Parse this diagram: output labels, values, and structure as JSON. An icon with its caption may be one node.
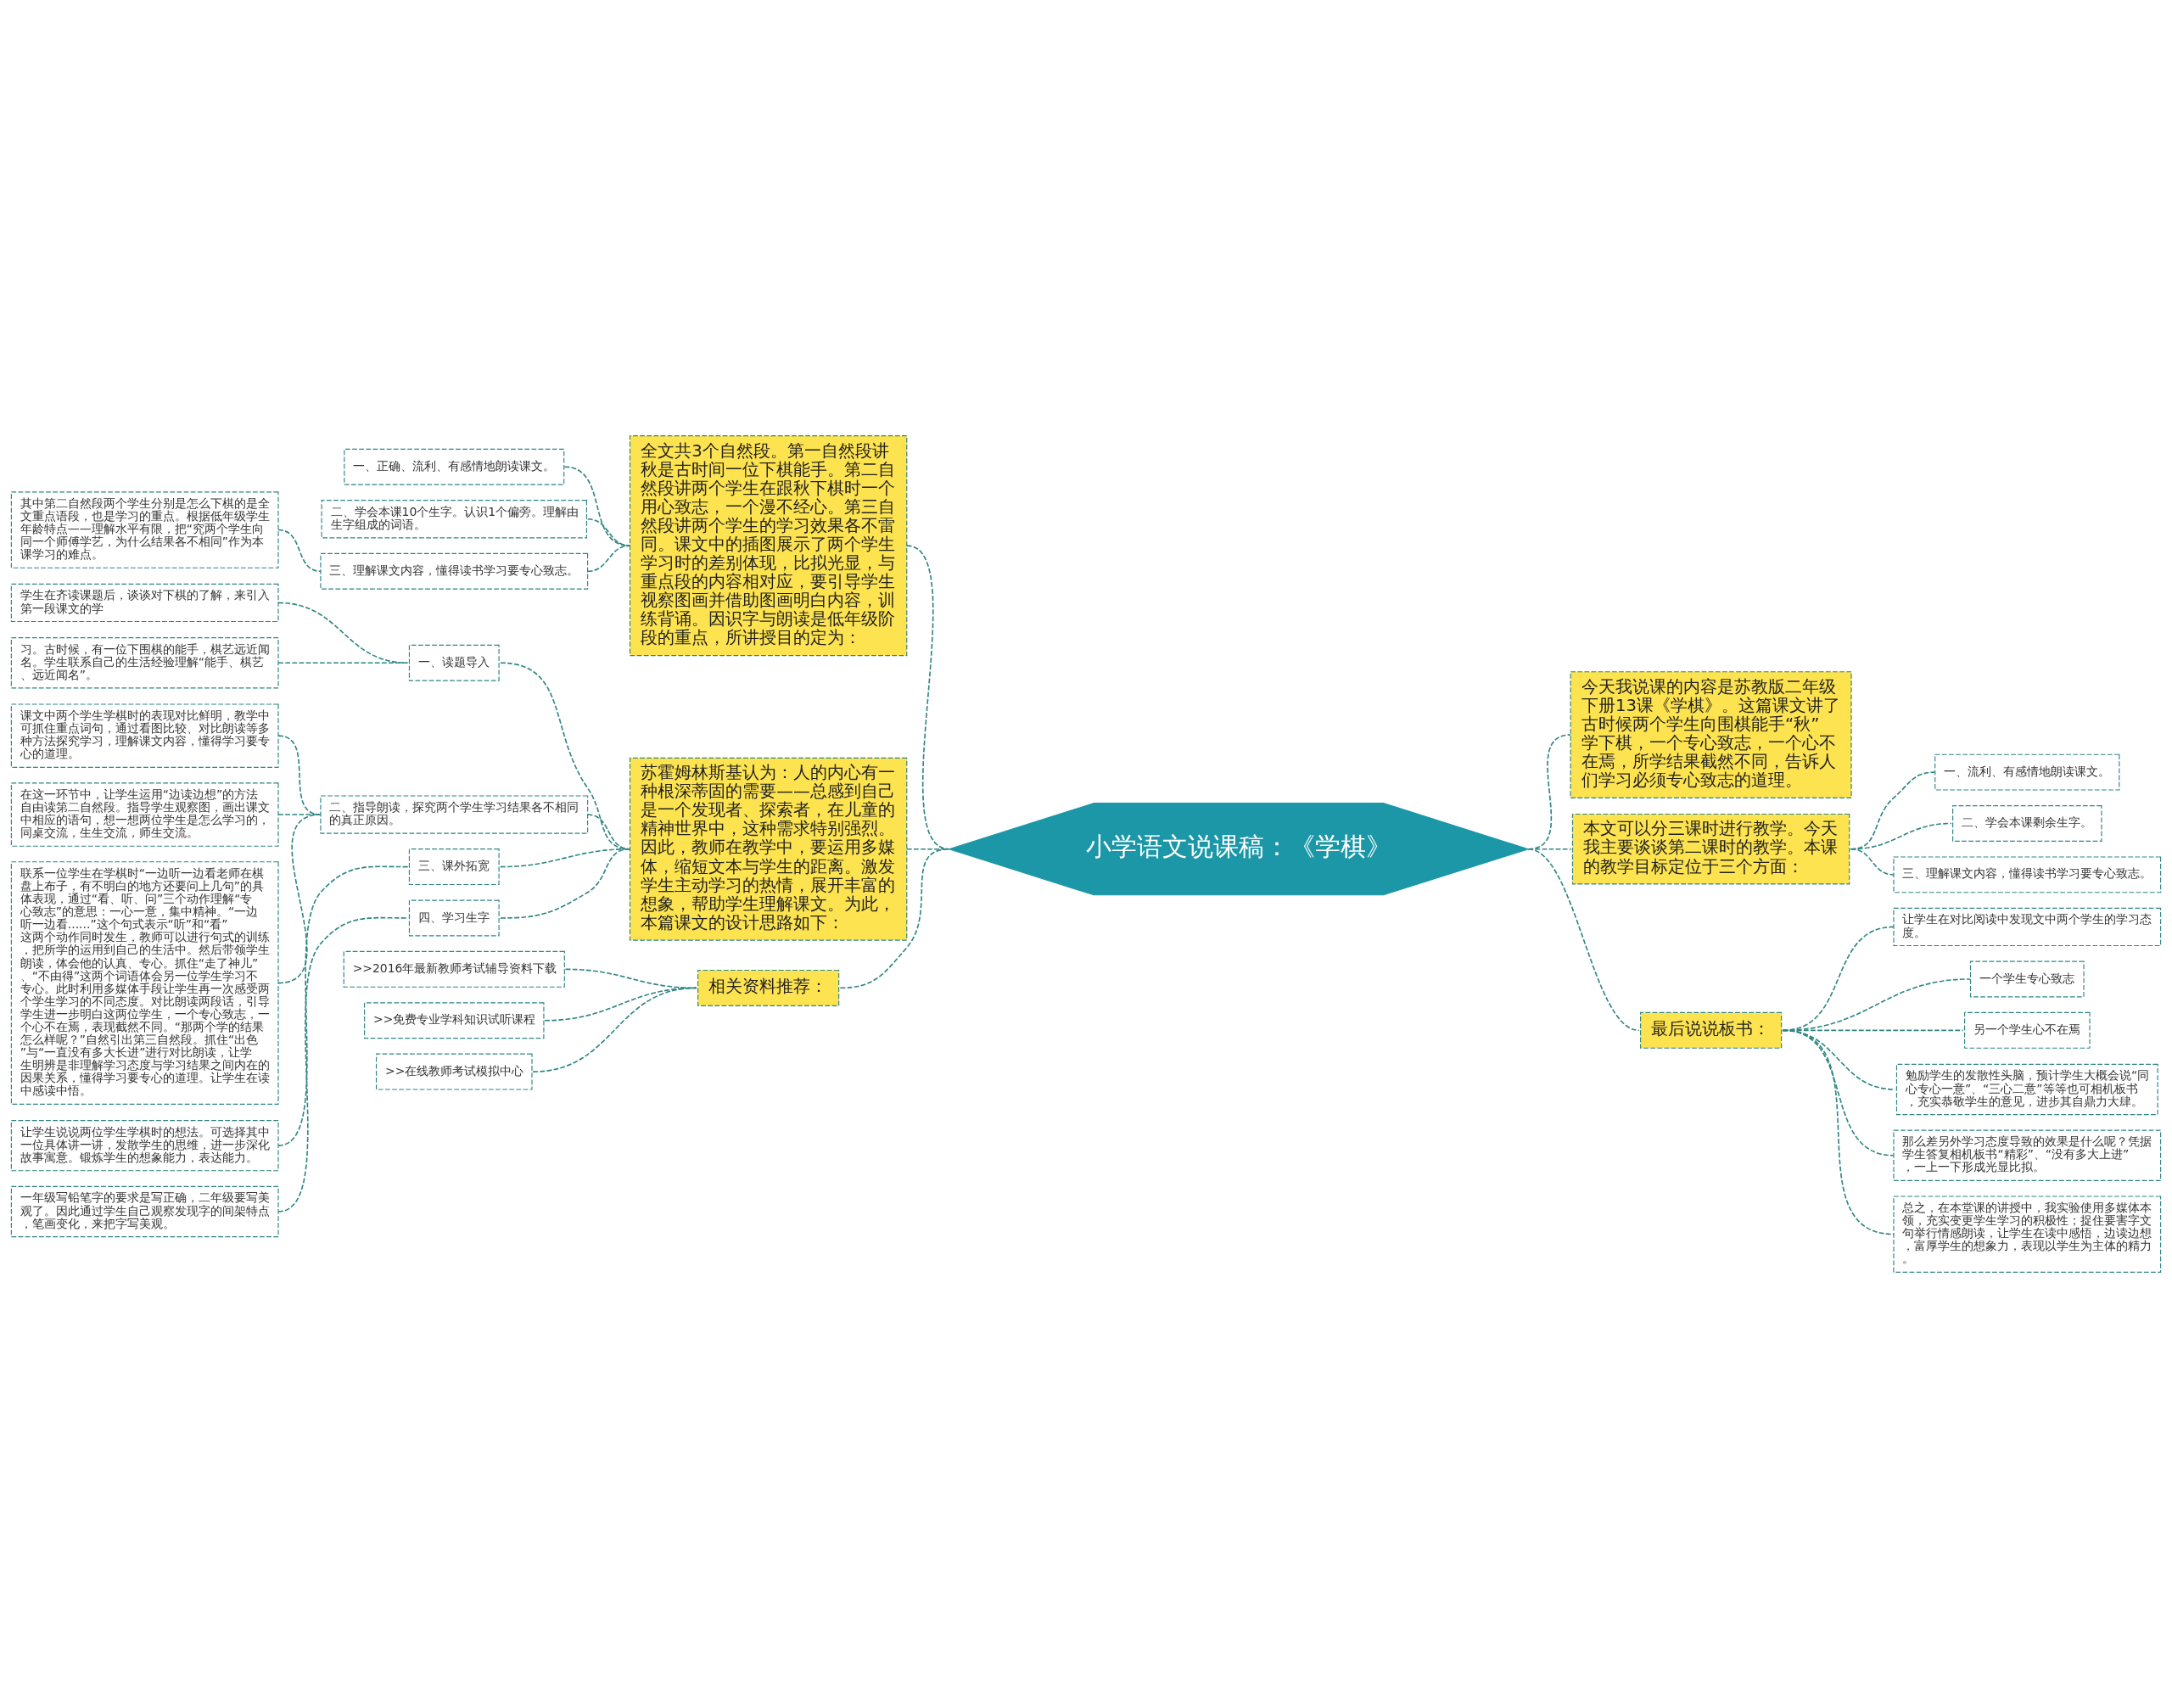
{
  "diagram": {
    "nodes": [
      {
        "text": [
          "小学语文说课稿：《学棋》"
        ]
      },
      {
        "text": [
          "全文共3个自然段。第一自然段讲秋是古时间一位下棋能手。第二自然段讲两个学生在跟秋下棋时一个用心致志，一个漫不经心。第三自然段讲两个学生的学习效果各不雷同。课文中的插图展示了两个学生学习时的差别体现，比拟光显，与重点段的内容相对应，要引导学生视察图画并借助图画明白内容，训练背诵。因识字与朗读是低年级阶段的重点，所讲授目的定为："
        ]
      },
      {
        "text": [
          "一、正确、流利、有感情地朗读课文。"
        ]
      },
      {
        "text": [
          "二、学会本课10个生字。认识1个偏旁。理解由生字组成的词语。"
        ]
      },
      {
        "text": [
          "三、理解课文内容，懂得读书学习要专心致志。"
        ]
      },
      {
        "text": [
          "其中第二自然段两个学生分别是怎么下棋的是全文重点语段，也是学习的重点。根据低年级学生年龄特点——理解水平有限，把“究两个学生向同一个师傅学艺，为什么结果各不相同”作为本课学习的难点。"
        ]
      },
      {
        "text": [
          "苏霍姆林斯基认为：人的内心有一种根深蒂固的需要——总感到自己是一个发现者、探索者，在儿童的精神世界中，这种需求特别强烈。因此，教师在教学中，要运用多媒体，缩短文本与学生的距离。激发学生主动学习的热情，展开丰富的想象，帮助学生理解课文。为此，本篇课文的设计思路如下："
        ]
      },
      {
        "text": [
          "一、读题导入"
        ]
      },
      {
        "text": [
          "学生在齐读课题后，谈谈对下棋的了解，来引入第一段课文的学"
        ]
      },
      {
        "text": [
          "习。古时候，有一位下围棋的能手，棋艺远近闻名。学生联系自己的生活经验理解“能手、棋艺、远近闻名”。"
        ]
      },
      {
        "text": [
          "二、指导朗读，探究两个学生学习结果各不相同的真正原因。"
        ]
      },
      {
        "text": [
          "课文中两个学生学棋时的表现对比鲜明，教学中可抓住重点词句，通过看图比较、对比朗读等多种方法探究学习，理解课文内容，懂得学习要专心的道理。"
        ]
      },
      {
        "text": [
          "在这一环节中，让学生运用“边读边想”的方法自由读第二自然段。指导学生观察图，画出课文中相应的语句，想一想两位学生是怎么学习的，同桌交流，生生交流，师生交流。"
        ]
      },
      {
        "text": [
          "联系一位学生在学棋时“一边听一边看老师在棋盘上布子，有不明白的地方还要问上几句”的具体表现，通过“看、听、问”三个动作理解“专心致志”的意思：一心一意，集中精神。“一边听一边看......”这个句式表示“听”和“看”这两个动作同时发生，教师可以进行句式的训练，把所学的运用到自己的生活中。然后带领学生朗读，体会他的认真、专心。抓住“走了神儿”、“不由得”这两个词语体会另一位学生学习不专心。此时利用多媒体手段让学生再一次感受两个学生学习的不同态度。对比朗读两段话，引导学生进一步明白这两位学生，一个专心致志，一个心不在焉，表现截然不同。“那两个学的结果怎么样呢？”自然引出第三自然段。抓住“出色”与“一直没有多大长进”进行对比朗读，让学生明辨是非理解学习态度与学习结果之间内在的因果关系，懂得学习要专心的道理。让学生在读中感读中悟。"
        ]
      },
      {
        "text": [
          "三、课外拓宽"
        ]
      },
      {
        "text": [
          "让学生说说两位学生学棋时的想法。可选择其中一位具体讲一讲，发散学生的思维，进一步深化故事寓意。锻炼学生的想象能力，表达能力。"
        ]
      },
      {
        "text": [
          "四、学习生字"
        ]
      },
      {
        "text": [
          "一年级写铅笔字的要求是写正确，二年级要写美观了。因此通过学生自己观察发现字的间架特点，笔画变化，来把字写美观。"
        ]
      },
      {
        "text": [
          "相关资料推荐："
        ]
      },
      {
        "text": [
          ">>2016年最新教师考试辅导资料下载"
        ]
      },
      {
        "text": [
          ">>免费专业学科知识试听课程"
        ]
      },
      {
        "text": [
          ">>在线教师考试模拟中心"
        ]
      },
      {
        "text": [
          "今天我说课的内容是苏教版二年级下册13课《学棋》。这篇课文讲了古时候两个学生向围棋能手“秋”学下棋，一个专心致志，一个心不在焉，所学结果截然不同，告诉人们学习必须专心致志的道理。"
        ]
      },
      {
        "text": [
          "本文可以分三课时进行教学。今天我主要谈谈第二课时的教学。本课的教学目标定位于三个方面："
        ]
      },
      {
        "text": [
          "一、流利、有感情地朗读课文。"
        ]
      },
      {
        "text": [
          "二、学会本课剩余生字。"
        ]
      },
      {
        "text": [
          "三、理解课文内容，懂得读书学习要专心致志。"
        ]
      },
      {
        "text": [
          "最后说说板书："
        ]
      },
      {
        "text": [
          "让学生在对比阅读中发现文中两个学生的学习态度。"
        ]
      },
      {
        "text": [
          "一个学生专心致志"
        ]
      },
      {
        "text": [
          "另一个学生心不在焉"
        ]
      },
      {
        "text": [
          "勉励学生的发散性头脑，预计学生大概会说“同心专心一意”、“三心二意”等等也可相机板书，充实恭敬学生的意见，进步其自鼎力大肆。"
        ]
      },
      {
        "text": [
          "那么差另外学习态度导致的效果是什么呢？凭据学生答复相机板书“精彩”、“没有多大上进”，一上一下形成光显比拟。"
        ]
      },
      {
        "text": [
          "总之，在本堂课的讲授中，我实验使用多媒体本领，充实变更学生学习的积极性；捉住要害字文句举行情感朗读，让学生在读中感悟，边读边想，富厚学生的想象力，表现以学生为主体的精力。"
        ]
      }
    ],
    "edges": [
      {
        "from": 0,
        "to": 1,
        "arrow": "none",
        "style": "dashed"
      },
      {
        "from": 1,
        "to": 2,
        "arrow": "none",
        "style": "dashed"
      },
      {
        "from": 1,
        "to": 3,
        "arrow": "none",
        "style": "dashed"
      },
      {
        "from": 1,
        "to": 4,
        "arrow": "none",
        "style": "dashed"
      },
      {
        "from": 4,
        "to": 5,
        "arrow": "none",
        "style": "dashed"
      },
      {
        "from": 0,
        "to": 6,
        "arrow": "none",
        "style": "dashed"
      },
      {
        "from": 6,
        "to": 7,
        "arrow": "none",
        "style": "dashed"
      },
      {
        "from": 7,
        "to": 8,
        "arrow": "none",
        "style": "dashed"
      },
      {
        "from": 7,
        "to": 9,
        "arrow": "none",
        "style": "dashed"
      },
      {
        "from": 6,
        "to": 10,
        "arrow": "none",
        "style": "dashed"
      },
      {
        "from": 10,
        "to": 11,
        "arrow": "none",
        "style": "dashed"
      },
      {
        "from": 10,
        "to": 12,
        "arrow": "none",
        "style": "dashed"
      },
      {
        "from": 10,
        "to": 13,
        "arrow": "none",
        "style": "dashed"
      },
      {
        "from": 6,
        "to": 14,
        "arrow": "none",
        "style": "dashed"
      },
      {
        "from": 14,
        "to": 15,
        "arrow": "none",
        "style": "dashed"
      },
      {
        "from": 6,
        "to": 16,
        "arrow": "none",
        "style": "dashed"
      },
      {
        "from": 16,
        "to": 17,
        "arrow": "none",
        "style": "dashed"
      },
      {
        "from": 0,
        "to": 18,
        "arrow": "none",
        "style": "dashed"
      },
      {
        "from": 18,
        "to": 19,
        "arrow": "none",
        "style": "dashed"
      },
      {
        "from": 18,
        "to": 20,
        "arrow": "none",
        "style": "dashed"
      },
      {
        "from": 18,
        "to": 21,
        "arrow": "none",
        "style": "dashed"
      },
      {
        "from": 0,
        "to": 22,
        "arrow": "none",
        "style": "dashed"
      },
      {
        "from": 0,
        "to": 23,
        "arrow": "none",
        "style": "dashed"
      },
      {
        "from": 23,
        "to": 24,
        "arrow": "none",
        "style": "dashed"
      },
      {
        "from": 23,
        "to": 25,
        "arrow": "none",
        "style": "dashed"
      },
      {
        "from": 23,
        "to": 26,
        "arrow": "none",
        "style": "dashed"
      },
      {
        "from": 0,
        "to": 27,
        "arrow": "none",
        "style": "dashed"
      },
      {
        "from": 27,
        "to": 28,
        "arrow": "none",
        "style": "dashed"
      },
      {
        "from": 27,
        "to": 29,
        "arrow": "none",
        "style": "dashed"
      },
      {
        "from": 27,
        "to": 30,
        "arrow": "none",
        "style": "dashed"
      },
      {
        "from": 27,
        "to": 31,
        "arrow": "none",
        "style": "dashed"
      },
      {
        "from": 27,
        "to": 32,
        "arrow": "none",
        "style": "dashed"
      },
      {
        "from": 27,
        "to": 33,
        "arrow": "none",
        "style": "dashed"
      }
    ]
  }
}
